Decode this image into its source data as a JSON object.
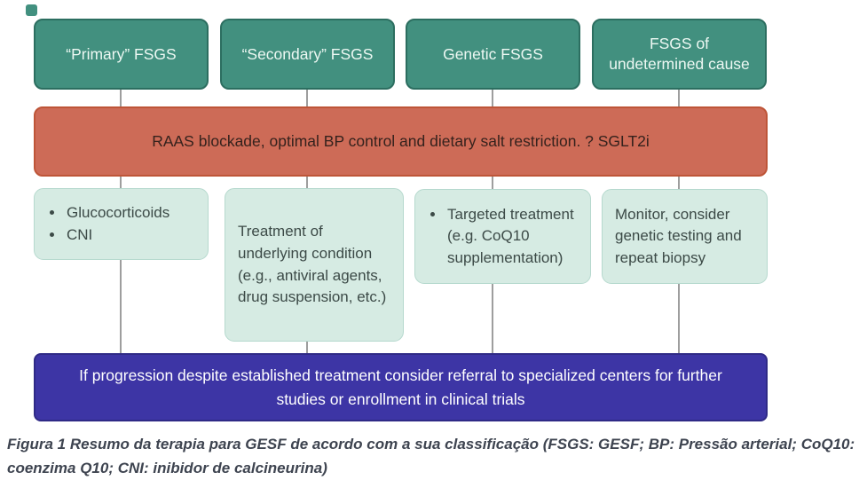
{
  "colors": {
    "teal": "#42907F",
    "teal_border": "#2C6E60",
    "salmon": "#CD6B57",
    "salmon_border": "#BE5538",
    "light_teal": "#D6EBE3",
    "light_teal_border": "#B6D9CE",
    "indigo": "#3D35A5",
    "connector": "#9E9E9E"
  },
  "top_boxes": [
    {
      "label": "“Primary” FSGS"
    },
    {
      "label": "“Secondary” FSGS"
    },
    {
      "label": "Genetic FSGS"
    },
    {
      "label": "FSGS of undetermined cause"
    }
  ],
  "raas_banner": {
    "text": "RAAS blockade, optimal BP control and dietary salt restriction. ? SGLT2i"
  },
  "treatment_boxes": [
    {
      "type": "bullets",
      "items": [
        "Glucocorticoids",
        "CNI"
      ]
    },
    {
      "type": "text",
      "text": "Treatment of underlying condition (e.g., antiviral agents, drug suspension, etc.)"
    },
    {
      "type": "bullets",
      "items": [
        "Targeted treatment (e.g. CoQ10 supplementation)"
      ]
    },
    {
      "type": "text",
      "text": "Monitor, consider genetic testing and repeat biopsy"
    }
  ],
  "progression_banner": {
    "text": "If progression despite established treatment consider referral to specialized centers for further studies or enrollment in clinical trials"
  },
  "caption": {
    "text": "Figura 1 Resumo da terapia para GESF de acordo com a sua classificação (FSGS: GESF; BP: Pressão arterial; CoQ10: coenzima Q10; CNI: inibidor de calcineurina)"
  }
}
